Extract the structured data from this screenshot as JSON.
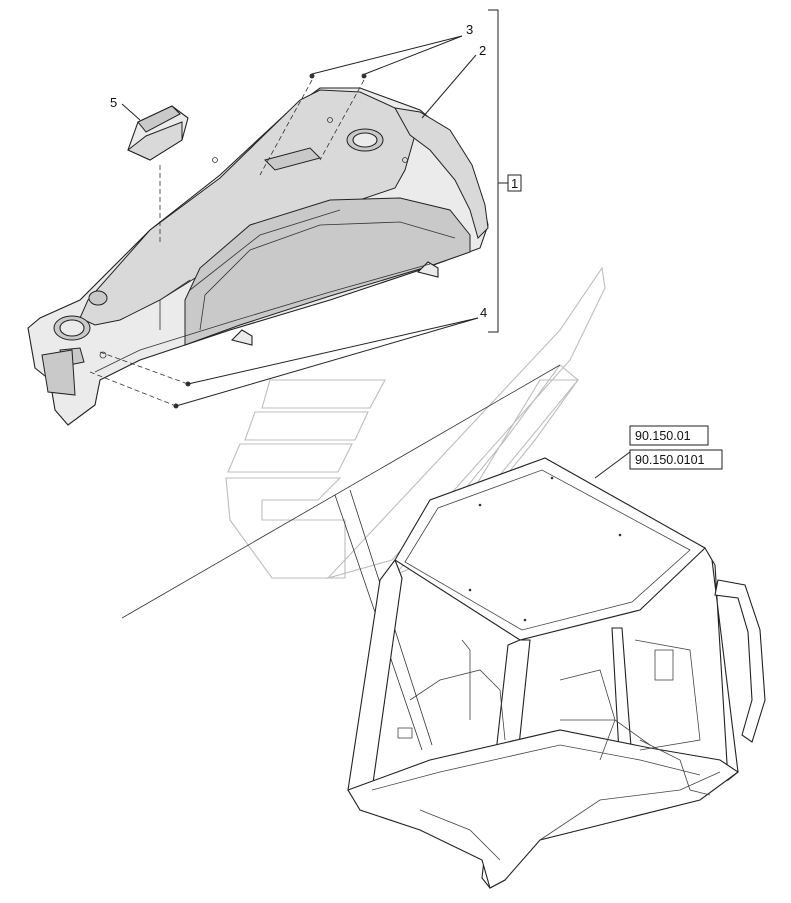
{
  "callouts": {
    "c1": "1",
    "c2": "2",
    "c3": "3",
    "c4": "4",
    "c5": "5"
  },
  "references": {
    "ref1": "90.150.01",
    "ref2": "90.150.0101"
  }
}
